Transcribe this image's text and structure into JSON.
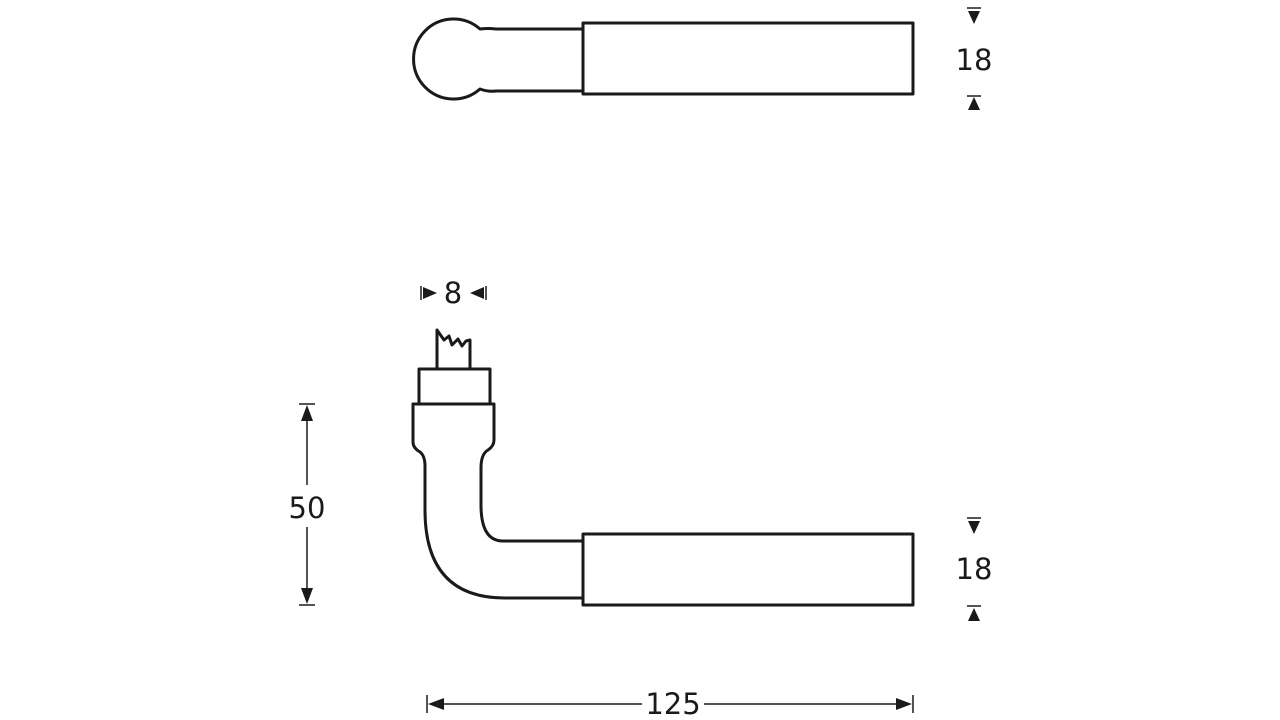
{
  "dimensions": {
    "top_view_thickness": "18",
    "spindle_width": "8",
    "side_view_height": "50",
    "side_view_thickness": "18",
    "overall_length": "125"
  },
  "colors": {
    "line": "#1a1a1a",
    "background": "#ffffff"
  }
}
